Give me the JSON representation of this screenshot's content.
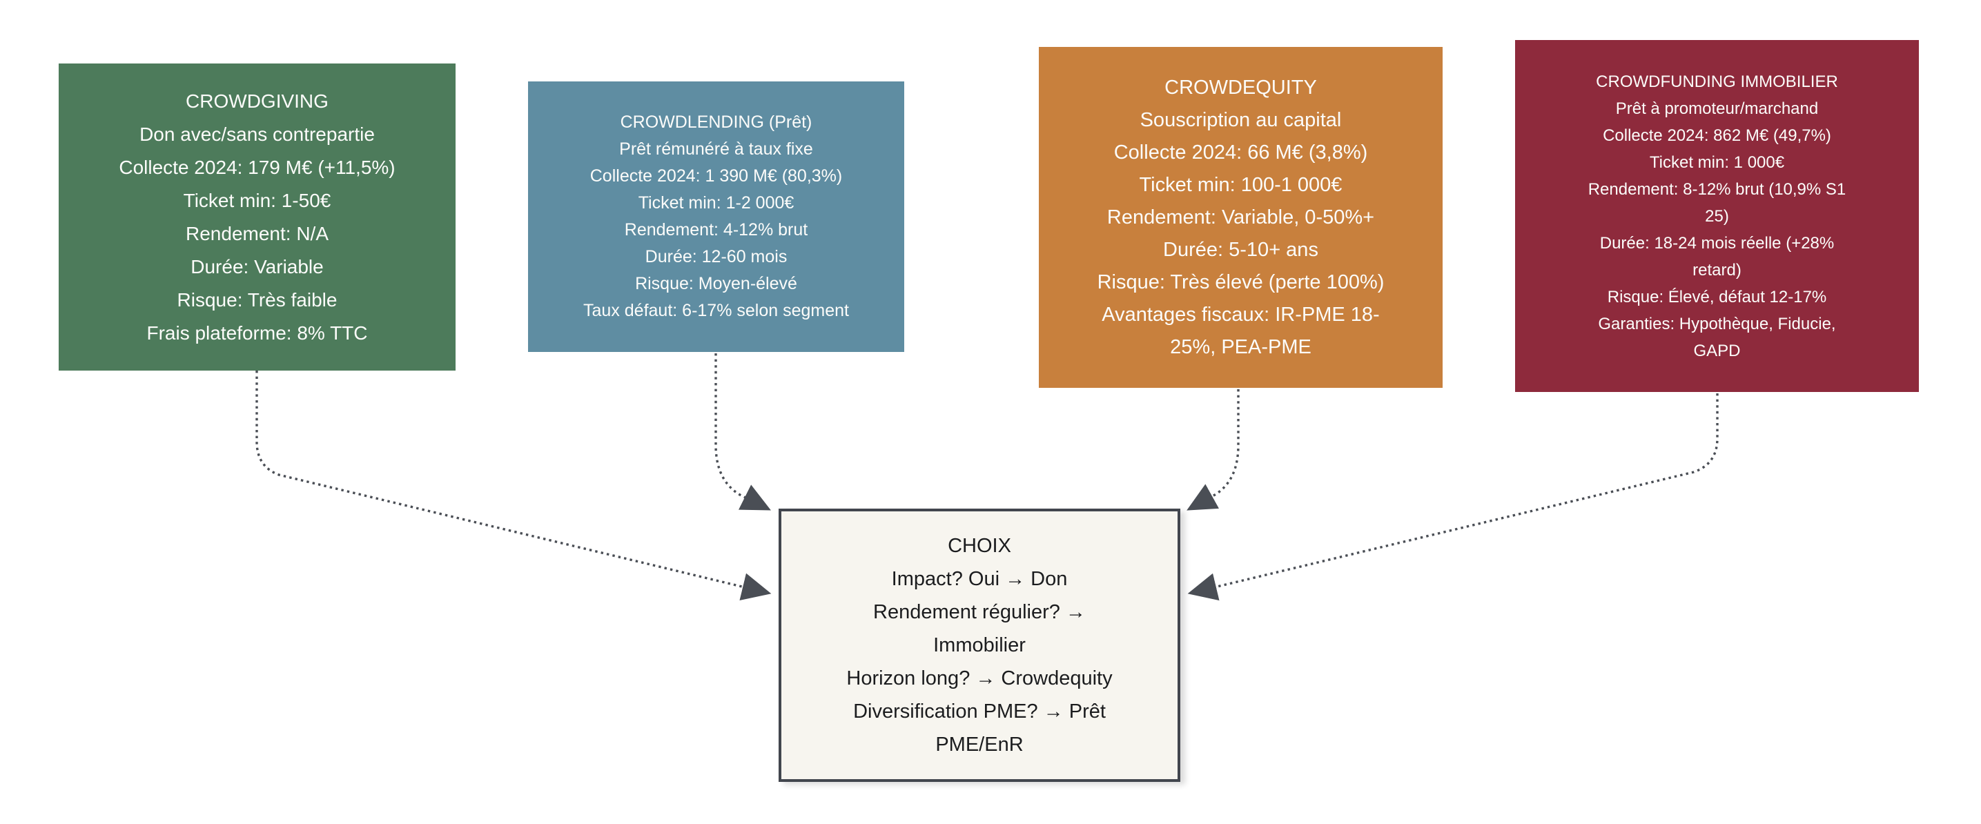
{
  "diagram": {
    "canvas_background": "#ffffff",
    "arrow_color": "#4a4e55",
    "nodes": {
      "crowdgiving": {
        "title": "CROWDGIVING",
        "color": "#4d7b5b",
        "text_color": "#fcfcfa",
        "lines": [
          "Don avec/sans contrepartie",
          "Collecte 2024: 179 M€ (+11,5%)",
          "Ticket min: 1-50€",
          "Rendement: N/A",
          "Durée: Variable",
          "Risque: Très faible",
          "Frais plateforme: 8% TTC"
        ]
      },
      "crowdlending": {
        "title": "CROWDLENDING (Prêt)",
        "color": "#5f8da2",
        "text_color": "#fcfcfa",
        "lines": [
          "Prêt rémunéré à taux fixe",
          "Collecte 2024: 1 390 M€ (80,3%)",
          "Ticket min: 1-2 000€",
          "Rendement: 4-12% brut",
          "Durée: 12-60 mois",
          "Risque: Moyen-élevé",
          "Taux défaut: 6-17% selon segment"
        ]
      },
      "crowdequity": {
        "title": "CROWDEQUITY",
        "color": "#c8803d",
        "text_color": "#fcfcfa",
        "lines": [
          "Souscription au capital",
          "Collecte 2024: 66 M€ (3,8%)",
          "Ticket min: 100-1 000€",
          "Rendement: Variable, 0-50%+",
          "Durée: 5-10+ ans",
          "Risque: Très élevé (perte 100%)",
          "Avantages fiscaux: IR-PME 18-25%, PEA-PME"
        ]
      },
      "immobilier": {
        "title": "CROWDFUNDING IMMOBILIER",
        "color": "#8e2a3c",
        "text_color": "#fcfcfa",
        "lines": [
          "Prêt à promoteur/marchand",
          "Collecte 2024: 862 M€ (49,7%)",
          "Ticket min: 1 000€",
          "Rendement: 8-12% brut (10,9% S1 25)",
          "Durée: 18-24 mois réelle (+28% retard)",
          "Risque: Élevé, défaut 12-17%",
          "Garanties: Hypothèque, Fiducie, GAPD"
        ]
      },
      "choix": {
        "title": "CHOIX",
        "bg": "#f7f5ef",
        "border_color": "#42464e",
        "text_color": "#1b1c1e",
        "lines": [
          "Impact? Oui → Don",
          "Rendement régulier? → Immobilier",
          "Horizon long? → Crowdequity",
          "Diversification PME? → Prêt PME/EnR"
        ]
      }
    }
  }
}
